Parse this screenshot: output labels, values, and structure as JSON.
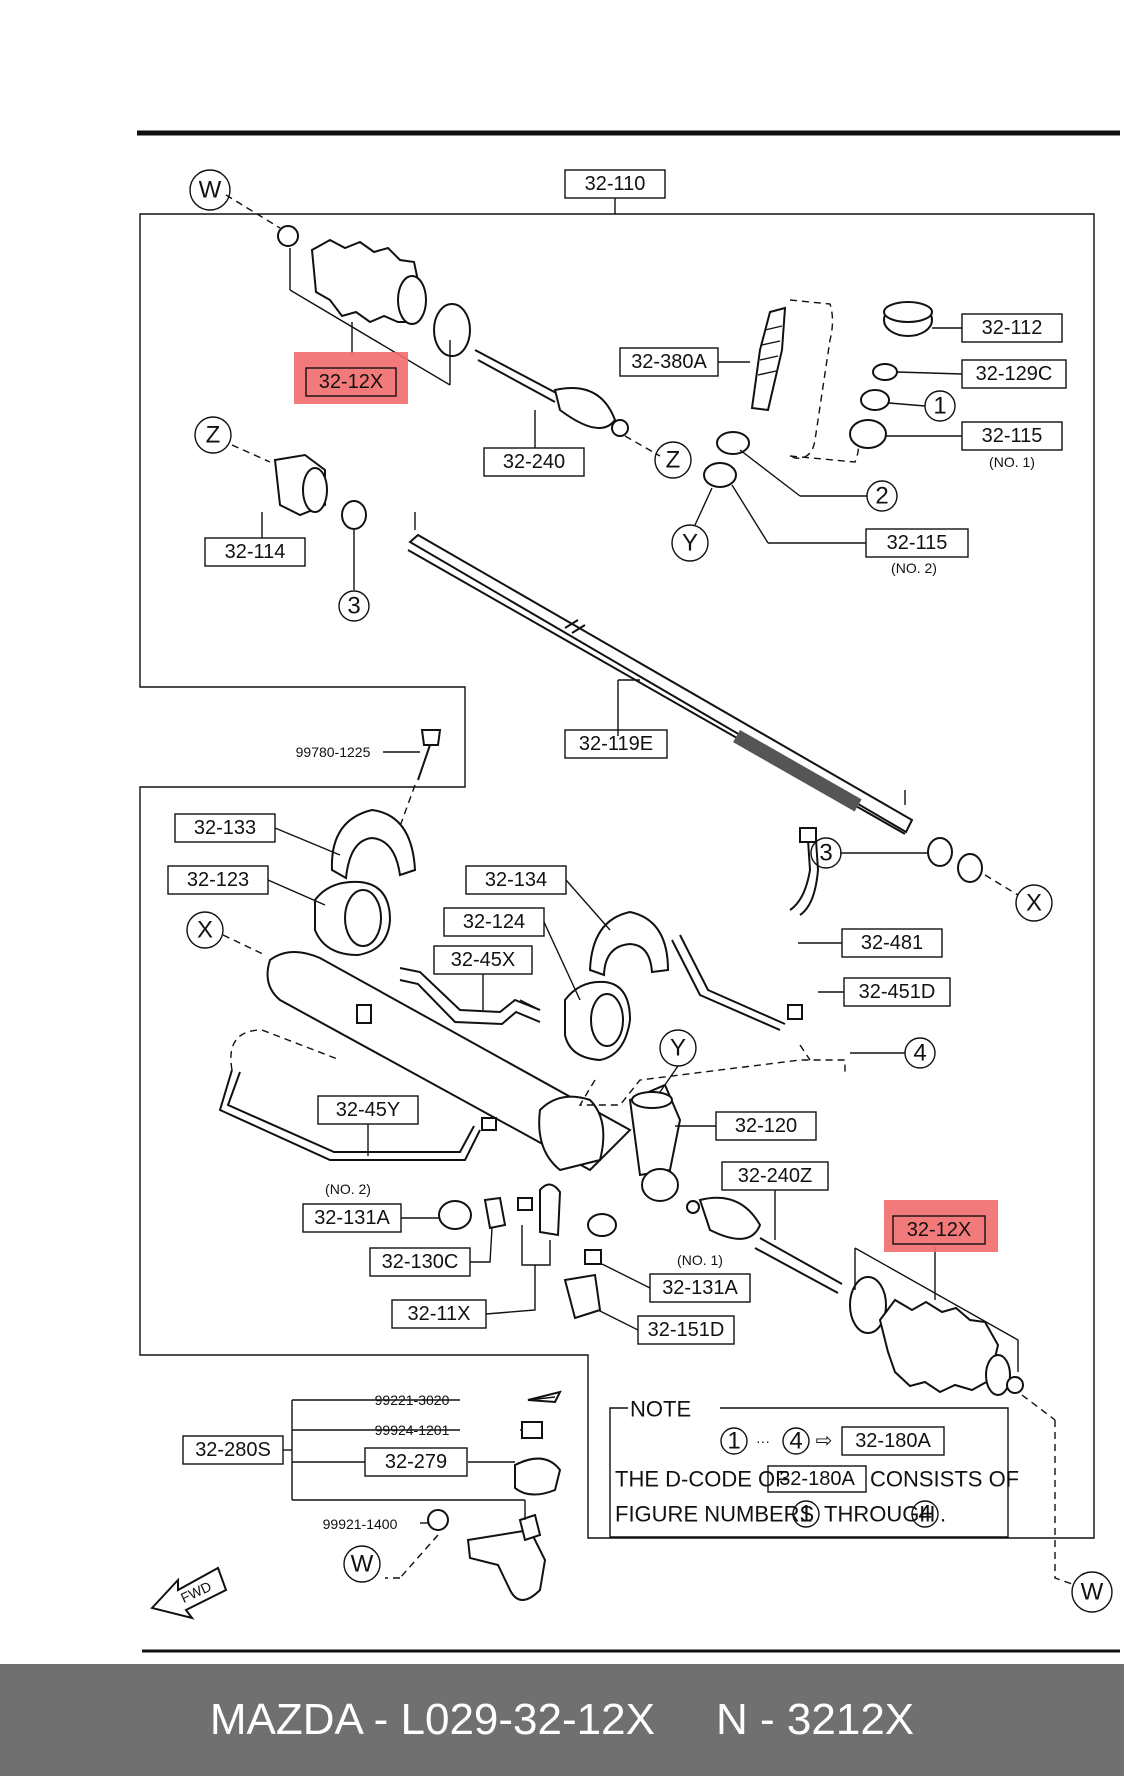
{
  "labels": {
    "l_32_110": "32-110",
    "l_32_112": "32-112",
    "l_32_129c": "32-129C",
    "l_32_380a": "32-380A",
    "l_32_12x_top": "32-12X",
    "l_32_240": "32-240",
    "l_32_115_a": "32-115",
    "l_no1_a": "(NO. 1)",
    "l_32_115_b": "32-115",
    "l_no2_a": "(NO. 2)",
    "l_32_114": "32-114",
    "l_32_119e": "32-119E",
    "l_99780": "99780-1225",
    "l_32_133": "32-133",
    "l_32_123": "32-123",
    "l_32_134": "32-134",
    "l_32_124": "32-124",
    "l_32_45x": "32-45X",
    "l_32_481": "32-481",
    "l_32_451d": "32-451D",
    "l_32_45y": "32-45Y",
    "l_32_120": "32-120",
    "l_32_240z": "32-240Z",
    "l_32_12x_bot": "32-12X",
    "l_no2_b": "(NO. 2)",
    "l_32_131a_a": "32-131A",
    "l_32_130c": "32-130C",
    "l_no1_b": "(NO. 1)",
    "l_32_131a_b": "32-131A",
    "l_32_11x": "32-11X",
    "l_32_151d": "32-151D",
    "l_99221": "99221-3020",
    "l_99924": "99924-1201",
    "l_32_280s": "32-280S",
    "l_32_279": "32-279",
    "l_99921": "99921-1400",
    "fwd": "FWD"
  },
  "callouts": {
    "W": "W",
    "Z": "Z",
    "Y": "Y",
    "X": "X",
    "c1": "1",
    "c2": "2",
    "c3": "3",
    "c4": "4"
  },
  "note": {
    "title": "NOTE",
    "range_sep": "···",
    "arrow": "⇨",
    "code": "32-180A",
    "line1_a": "THE D-CODE OF",
    "line1_b": "CONSISTS OF",
    "line2_a": "FIGURE NUMBERS",
    "line2_b": "THROUGH",
    "line2_end": "."
  },
  "highlight_color": "#f26b6b",
  "footer": {
    "brand": "MAZDA - L029-32-12X",
    "part": "N - 3212X"
  }
}
